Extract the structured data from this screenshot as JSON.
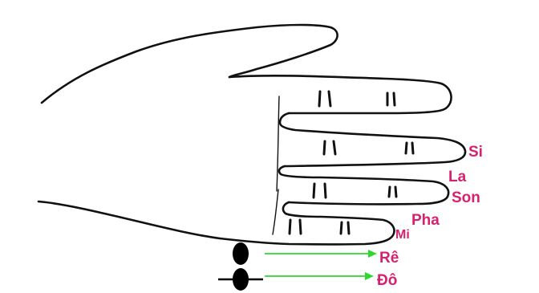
{
  "figure": {
    "colors": {
      "background": "#ffffff",
      "outline": "#111111",
      "label": "#d6226e",
      "arrow": "#2ed82e",
      "notehead": "#000000"
    },
    "note_labels": {
      "si": "Si",
      "la": "La",
      "son": "Son",
      "pha": "Pha",
      "mi": "Mi",
      "re": "Rê",
      "do": "Đô"
    },
    "notation": {
      "ledger_note": "Đô",
      "plain_note": "Rê"
    }
  }
}
